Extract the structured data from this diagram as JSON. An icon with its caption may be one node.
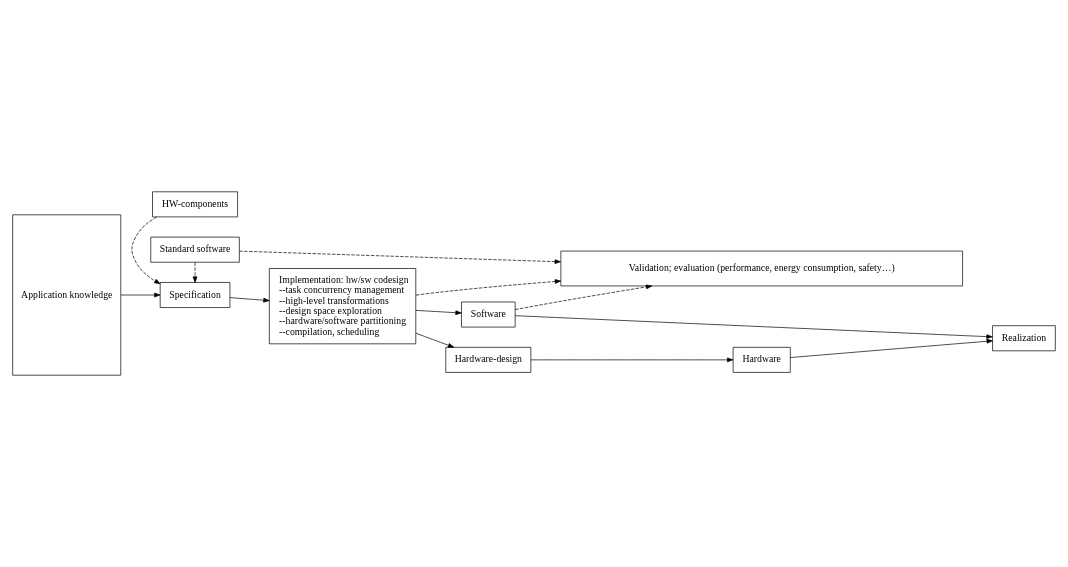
{
  "diagram": {
    "nodes": [
      {
        "text": [
          "Application knowledge"
        ]
      },
      {
        "text": [
          "HW-components"
        ]
      },
      {
        "text": [
          "Specification"
        ]
      },
      {
        "text": [
          "Standard software"
        ]
      },
      {
        "text": [
          "Implementation: hw/sw codesign",
          "--task concurrency management",
          "--high-level transformations",
          "--design space exploration",
          "--hardware/software partitioning",
          "--compilation, scheduling"
        ]
      },
      {
        "text": [
          "Hardware-design"
        ]
      },
      {
        "text": [
          "Hardware"
        ]
      },
      {
        "text": [
          "Realization"
        ]
      },
      {
        "text": [
          "Software"
        ]
      },
      {
        "text": [
          "Validation; evaluation (performance, energy consumption, safety…)"
        ]
      }
    ],
    "edges": [
      {
        "from": 0,
        "to": 2,
        "arrow": "to"
      },
      {
        "from": 1,
        "to": 2,
        "arrow": "to",
        "style": "dashed"
      },
      {
        "from": 3,
        "to": 2,
        "arrow": "to",
        "style": "dashed"
      },
      {
        "from": 2,
        "to": 4,
        "arrow": "to"
      },
      {
        "from": 4,
        "to": 5,
        "arrow": "to"
      },
      {
        "from": 5,
        "to": 6,
        "arrow": "to"
      },
      {
        "from": 6,
        "to": 7,
        "arrow": "to"
      },
      {
        "from": 4,
        "to": 8,
        "arrow": "to"
      },
      {
        "from": 8,
        "to": 7,
        "arrow": "to"
      },
      {
        "from": 3,
        "to": 9,
        "arrow": "to",
        "style": "dashed"
      },
      {
        "from": 4,
        "to": 9,
        "arrow": "to",
        "style": "dashed"
      },
      {
        "from": 8,
        "to": 9,
        "arrow": "to",
        "style": "dashed"
      }
    ]
  }
}
